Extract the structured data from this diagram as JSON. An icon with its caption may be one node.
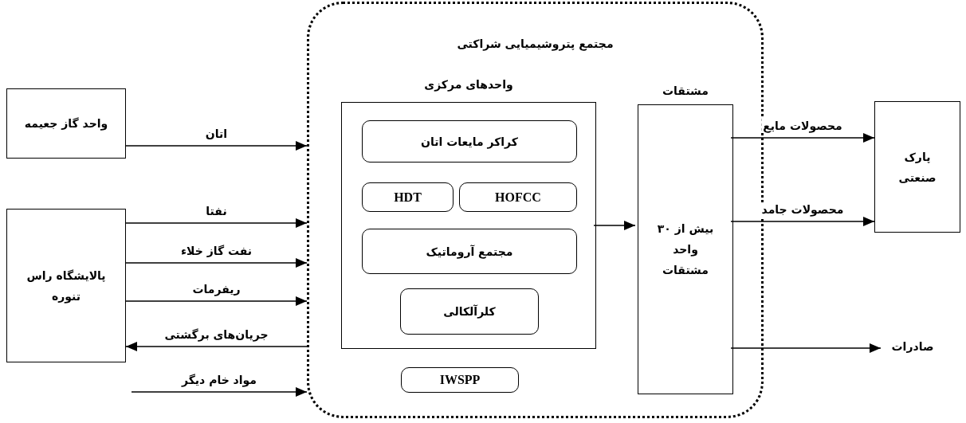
{
  "diagram": {
    "nodes": [
      {
        "text": [
          "واحد گاز جعیمه"
        ]
      },
      {
        "text": [
          "پالایشگاه راس تنوره"
        ]
      },
      {
        "text": [
          "مجتمع پتروشیمیایی شراکتی"
        ]
      },
      {
        "text": [
          "واحدهای مرکزی"
        ],
        "in": 2
      },
      {
        "text": [
          "کراکر مایعات اتان"
        ],
        "in": 3
      },
      {
        "text": [
          "HDT"
        ],
        "in": 3
      },
      {
        "text": [
          "HOFCC"
        ],
        "in": 3
      },
      {
        "text": [
          "مجتمع آروماتیک"
        ],
        "in": 3
      },
      {
        "text": [
          "کلرآلکالی"
        ],
        "in": 3
      },
      {
        "text": [
          "IWSPP"
        ],
        "in": 2
      },
      {
        "text": [
          "مشتقات",
          "بیش از ۳۰ واحد مشتقات"
        ],
        "in": 2
      },
      {
        "text": [
          "پارک صنعتی"
        ]
      },
      {
        "text": [
          "صادرات"
        ]
      }
    ],
    "edges": [
      {
        "from": 0,
        "to": 2,
        "arrow": "to",
        "label": "اتان"
      },
      {
        "from": 1,
        "to": 2,
        "arrow": "to",
        "label": "نفتا"
      },
      {
        "from": 1,
        "to": 2,
        "arrow": "to",
        "label": "نفت گاز خلاء"
      },
      {
        "from": 1,
        "to": 2,
        "arrow": "to",
        "label": "ریفرمات"
      },
      {
        "from": 2,
        "to": 1,
        "arrow": "to",
        "label": "جریان‌های برگشتی"
      },
      {
        "from": null,
        "to": 2,
        "arrow": "to",
        "label": "مواد خام دیگر"
      },
      {
        "from": 3,
        "to": 10,
        "arrow": "to"
      },
      {
        "from": 10,
        "to": 11,
        "arrow": "to",
        "label": "محصولات مایع"
      },
      {
        "from": 10,
        "to": 11,
        "arrow": "to",
        "label": "محصولات جامد"
      },
      {
        "from": 10,
        "to": 12,
        "arrow": "to"
      }
    ]
  }
}
